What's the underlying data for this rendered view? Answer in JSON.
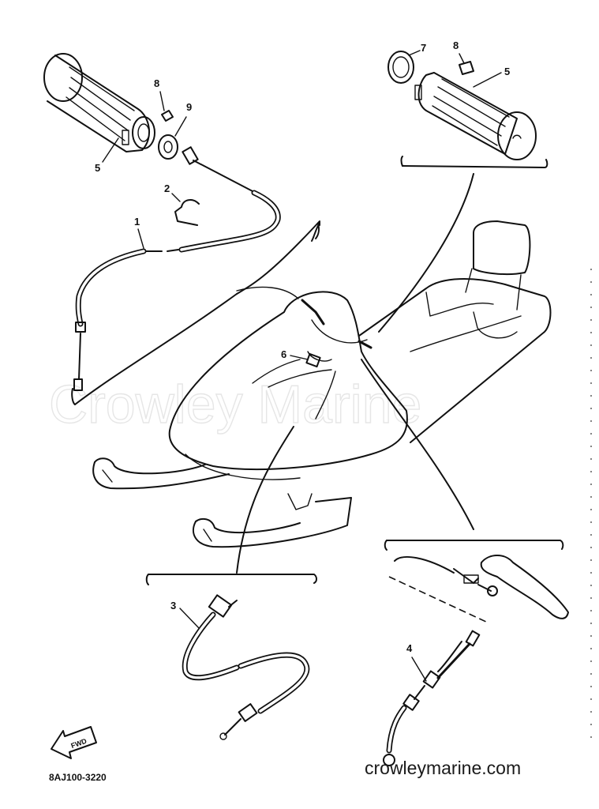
{
  "diagram": {
    "callouts": [
      {
        "id": "grip-left",
        "label": "5"
      },
      {
        "id": "grip-right",
        "label": "5"
      },
      {
        "id": "plug-left",
        "label": "8"
      },
      {
        "id": "plug-right",
        "label": "8"
      },
      {
        "id": "washer",
        "label": "9"
      },
      {
        "id": "ring",
        "label": "7"
      },
      {
        "id": "clip",
        "label": "2"
      },
      {
        "id": "throttle-cable",
        "label": "1"
      },
      {
        "id": "band",
        "label": "6"
      },
      {
        "id": "choke-cable",
        "label": "3"
      },
      {
        "id": "brake-cable",
        "label": "4"
      }
    ],
    "drawing_code": "8AJ100-3220",
    "fwd_label": "FWD"
  },
  "watermark": {
    "brand": "Crowley Marine",
    "url": "crowleymarine.com"
  },
  "colors": {
    "ink": "#111111",
    "watermark": "#e6e6e6",
    "background": "#ffffff"
  }
}
